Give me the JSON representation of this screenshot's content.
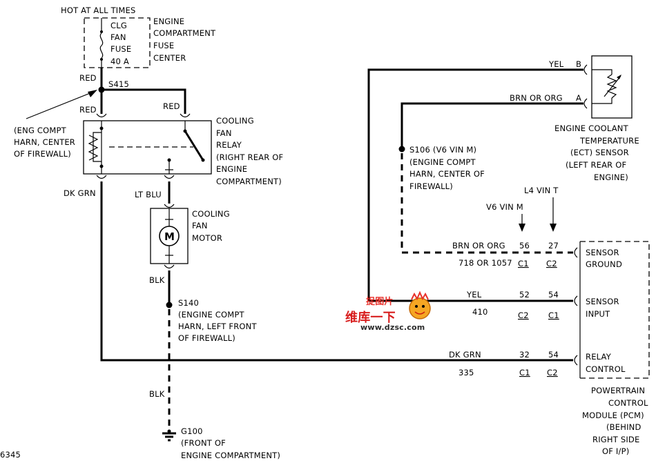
{
  "fuse": {
    "hot_label": "HOT AT ALL TIMES",
    "lines": [
      "CLG",
      "FAN",
      "FUSE",
      "40 A"
    ],
    "center": [
      "ENGINE",
      "COMPARTMENT",
      "FUSE",
      "CENTER"
    ]
  },
  "splices": {
    "s415": "S415",
    "s140": [
      "S140",
      "(ENGINE COMPT",
      "HARN, LEFT FRONT",
      "OF FIREWALL)"
    ],
    "s106": [
      "S106 (V6 VIN M)",
      "(ENGINE COMPT",
      "HARN, CENTER OF",
      "FIREWALL)"
    ]
  },
  "harness_note": [
    "(ENG COMPT",
    "HARN, CENTER",
    "OF FIREWALL)"
  ],
  "relay": [
    "COOLING",
    "FAN",
    "RELAY",
    "(RIGHT REAR OF",
    "ENGINE",
    "COMPARTMENT)"
  ],
  "motor": {
    "symbol": "M",
    "label": [
      "COOLING",
      "FAN",
      "MOTOR"
    ]
  },
  "wires": {
    "red1": "RED",
    "red2": "RED",
    "red3": "RED",
    "dk_grn": "DK GRN",
    "lt_blu": "LT BLU",
    "blk1": "BLK",
    "blk2": "BLK",
    "yel_top": "YEL",
    "brn_org_top": "BRN OR ORG",
    "brn_org_mid": "BRN OR ORG",
    "circuit_718": "718 OR 1057",
    "yel_mid": "YEL",
    "circuit_410": "410",
    "dk_grn_bottom": "DK GRN",
    "circuit_335": "335"
  },
  "ground": [
    "G100",
    "(FRONT OF",
    "ENGINE COMPARTMENT)"
  ],
  "ect": {
    "pin_b": "B",
    "pin_a": "A",
    "label": [
      "ENGINE COOLANT",
      "TEMPERATURE",
      "(ECT) SENSOR",
      "(LEFT REAR OF",
      "ENGINE)"
    ]
  },
  "pcm": {
    "l4_header": "L4 VIN T",
    "v6_header": "V6 VIN M",
    "rows": [
      {
        "v6_pin": "56",
        "v6_conn": "C1",
        "l4_pin": "27",
        "l4_conn": "C2",
        "label": [
          "SENSOR",
          "GROUND"
        ]
      },
      {
        "v6_pin": "52",
        "v6_conn": "C2",
        "l4_pin": "54",
        "l4_conn": "C1",
        "label": [
          "SENSOR",
          "INPUT"
        ]
      },
      {
        "v6_pin": "32",
        "v6_conn": "C1",
        "l4_pin": "54",
        "l4_conn": "C2",
        "label": [
          "RELAY",
          "CONTROL"
        ]
      }
    ],
    "label": [
      "POWERTRAIN",
      "CONTROL",
      "MODULE (PCM)",
      "(BEHIND",
      "RIGHT SIDE",
      "OF I/P)"
    ]
  },
  "figure_number": "6345",
  "watermark": {
    "cn": "维库一下",
    "cn_top": "捉图片",
    "url": "www.dzsc.com"
  }
}
